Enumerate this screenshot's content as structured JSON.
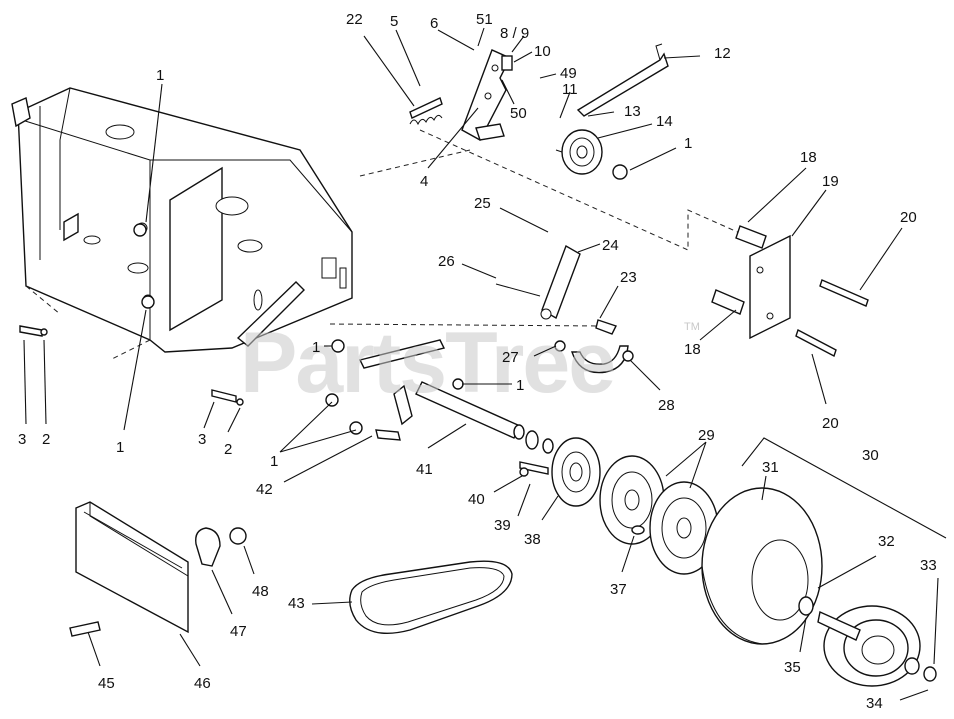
{
  "watermark": {
    "text": "PartsTree",
    "tm": "TM"
  },
  "callouts": {
    "c1a": "1",
    "c1b": "1",
    "c1c": "1",
    "c1d": "1",
    "c1e": "1",
    "c1f": "1",
    "c2a": "2",
    "c2b": "2",
    "c3a": "3",
    "c3b": "3",
    "c4": "4",
    "c5": "5",
    "c6": "6",
    "c89": "8 / 9",
    "c10": "10",
    "c11": "11",
    "c12": "12",
    "c13": "13",
    "c14": "14",
    "c18a": "18",
    "c18b": "18",
    "c19": "19",
    "c20a": "20",
    "c20b": "20",
    "c22": "22",
    "c23": "23",
    "c24": "24",
    "c25": "25",
    "c26": "26",
    "c27": "27",
    "c28": "28",
    "c29": "29",
    "c30": "30",
    "c31": "31",
    "c32": "32",
    "c33": "33",
    "c34": "34",
    "c35": "35",
    "c37": "37",
    "c38": "38",
    "c39": "39",
    "c40": "40",
    "c41": "41",
    "c42": "42",
    "c43": "43",
    "c45": "45",
    "c46": "46",
    "c47": "47",
    "c48": "48",
    "c49": "49",
    "c50": "50",
    "c51": "51"
  }
}
